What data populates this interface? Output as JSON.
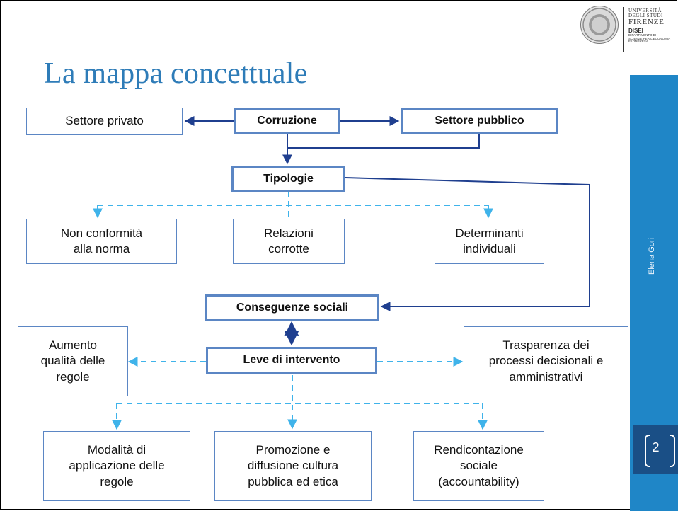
{
  "slide": {
    "title": "La mappa concettuale",
    "author": "Elena Gori",
    "page_number": "2"
  },
  "logo": {
    "line1": "UNIVERSITÀ",
    "line2": "DEGLI STUDI",
    "line3": "FIRENZE",
    "line4": "DISEI",
    "line5": "DIPARTIMENTO DI",
    "line6": "SCIENZE PER L'ECONOMIA",
    "line7": "E L'IMPRESA"
  },
  "colors": {
    "title": "#2e7cb8",
    "sidebar": "#1f86c7",
    "page_box": "#1a4f86",
    "box_border": "#5b86c4",
    "solid_arrow": "#1f3f8f",
    "dashed_arrow": "#3fb3ea"
  },
  "nodes": {
    "settore_privato": "Settore privato",
    "corruzione": "Corruzione",
    "settore_pubblico": "Settore pubblico",
    "tipologie": "Tipologie",
    "non_conformita": [
      "Non conformità",
      "alla norma"
    ],
    "relazioni_corrotte": [
      "Relazioni",
      "corrotte"
    ],
    "determinanti_individuali": [
      "Determinanti",
      "individuali"
    ],
    "conseguenze_sociali": "Conseguenze sociali",
    "aumento_qualita": [
      "Aumento",
      "qualità delle",
      "regole"
    ],
    "leve_intervento": "Leve di intervento",
    "trasparenza": [
      "Trasparenza dei",
      "processi decisionali e",
      "amministrativi"
    ],
    "modalita_applicazione": [
      "Modalità di",
      "applicazione delle",
      "regole"
    ],
    "promozione_diffusione": [
      "Promozione e",
      "diffusione cultura",
      "pubblica ed etica"
    ],
    "rendicontazione": [
      "Rendicontazione",
      "sociale",
      "(accountability)"
    ]
  }
}
